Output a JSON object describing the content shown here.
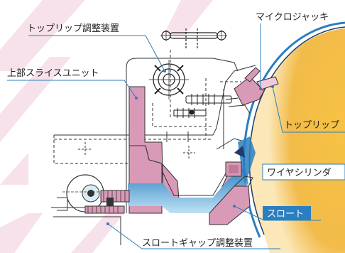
{
  "labels": {
    "top_lip_adjuster": "トップリップ調整装置",
    "micro_jack": "マイクロジャッキ",
    "upper_slice_unit": "上部スライスユニット",
    "top_lip": "トップリップ",
    "wire_cylinder": "ワイヤシリンダ",
    "throat": "スロート",
    "throat_gap_adjuster": "スロートギャップ調整装置"
  },
  "colors": {
    "frame_pink": "#d99ab7",
    "watermark_pink": "#f7e1ea",
    "cylinder_gold": "#f0b43c",
    "water_blue": "#2e86c1",
    "label_bg_blue": "#2a7fc0",
    "leader_blue": "#2a7fc0"
  }
}
